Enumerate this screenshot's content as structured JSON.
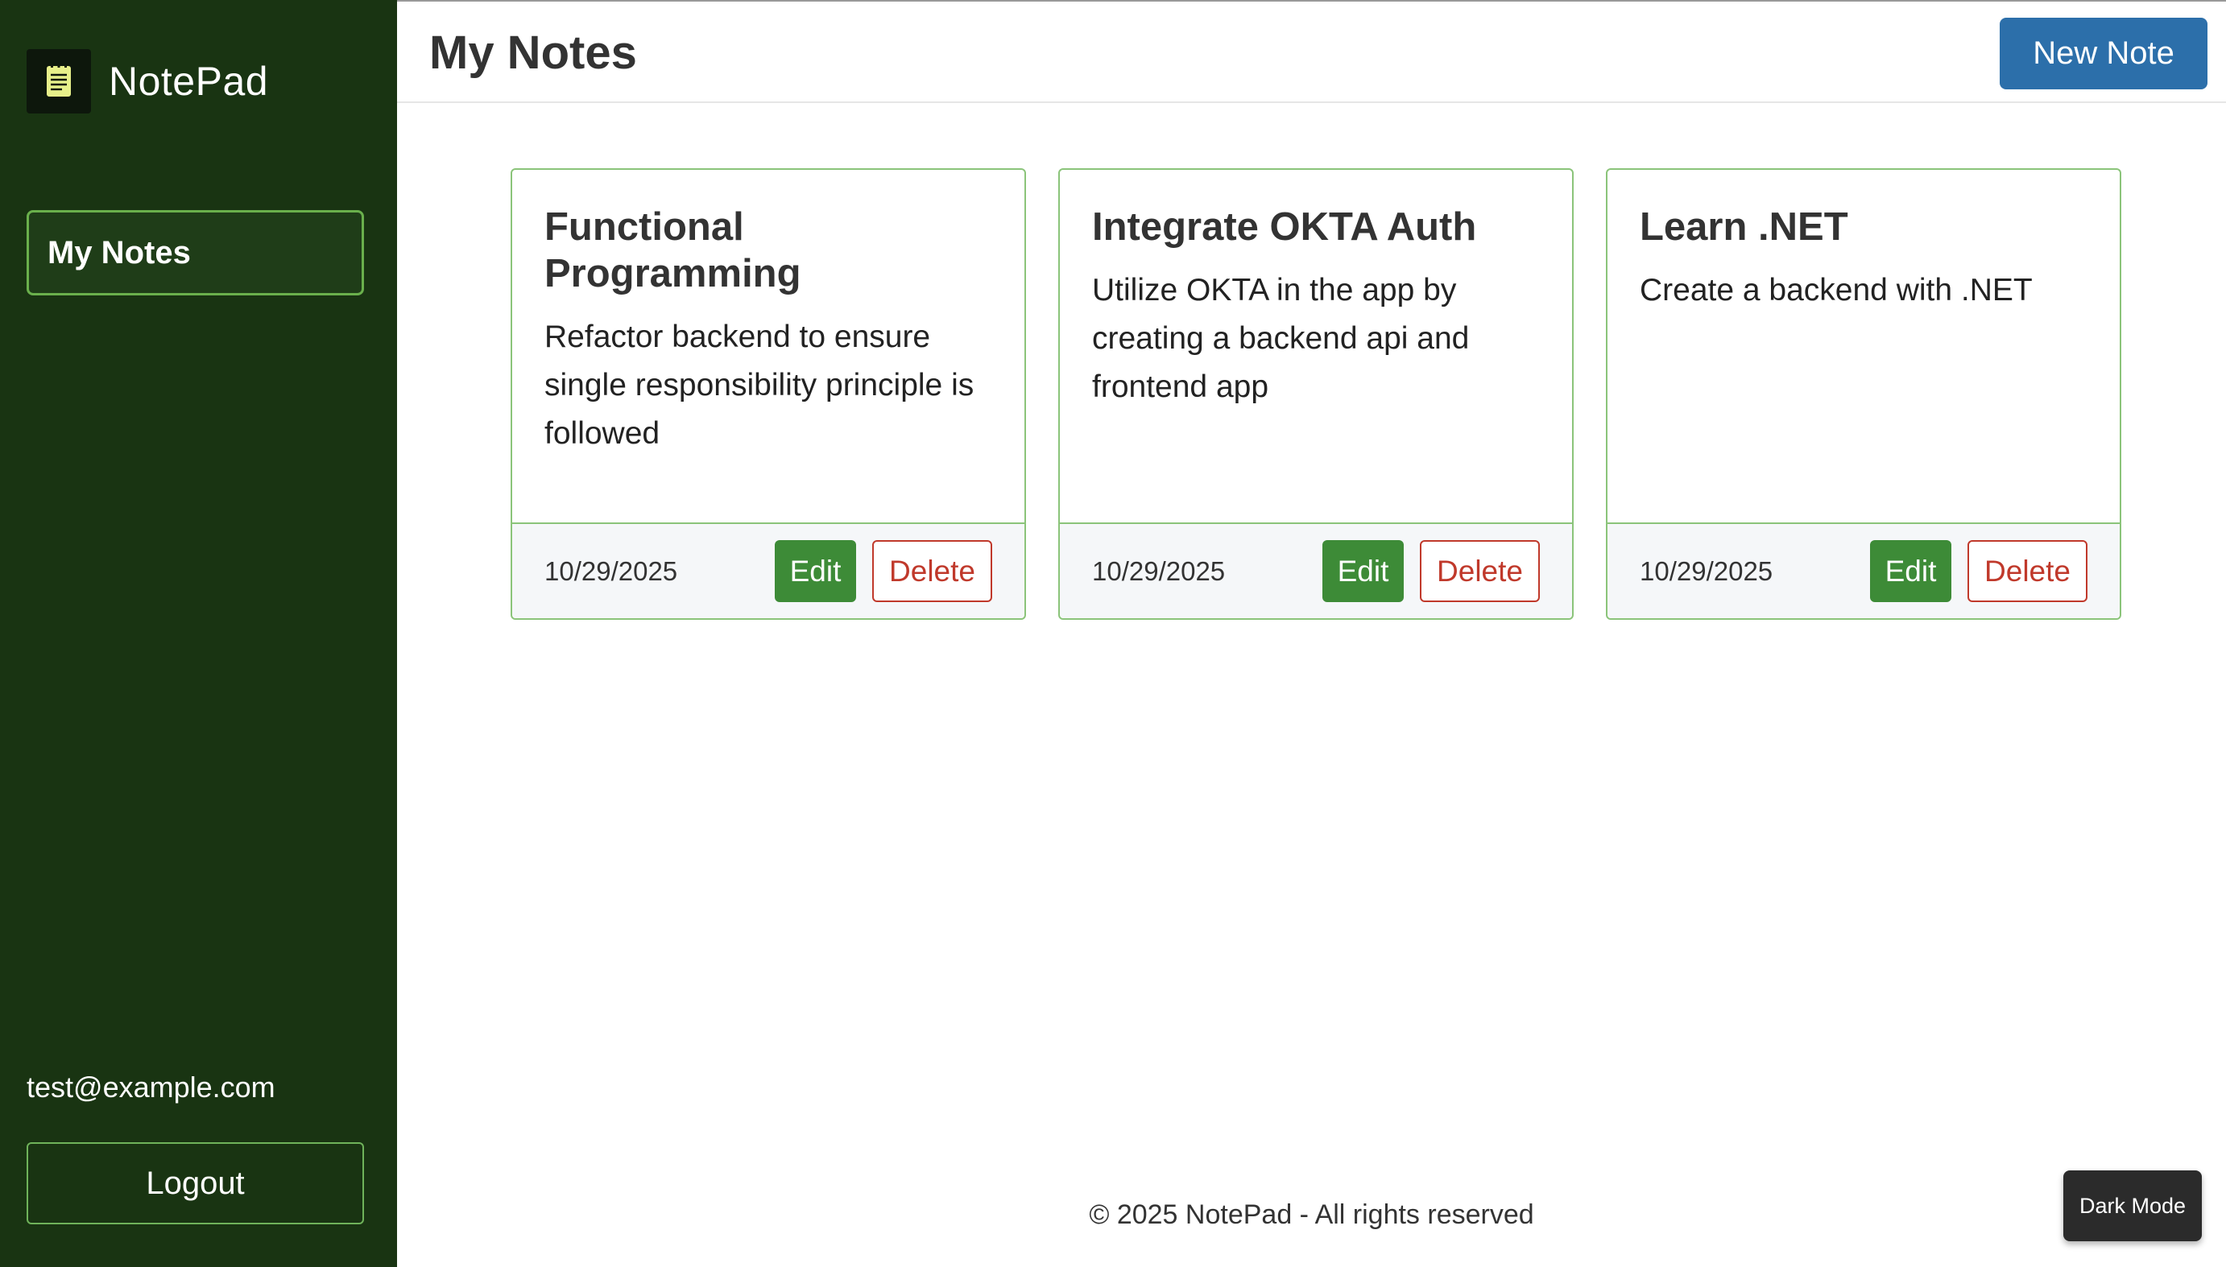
{
  "sidebar": {
    "brand": "NotePad",
    "brand_icon": "notepad-icon",
    "nav_items": [
      {
        "label": "My Notes",
        "active": true
      }
    ],
    "user_email": "test@example.com",
    "logout_label": "Logout"
  },
  "header": {
    "title": "My Notes",
    "new_note_label": "New Note"
  },
  "notes": [
    {
      "title": "Functional Programming",
      "body": "Refactor backend to ensure single responsibility principle is followed",
      "date": "10/29/2025",
      "edit_label": "Edit",
      "delete_label": "Delete"
    },
    {
      "title": "Integrate OKTA Auth",
      "body": "Utilize OKTA in the app by creating a backend api and frontend app",
      "date": "10/29/2025",
      "edit_label": "Edit",
      "delete_label": "Delete"
    },
    {
      "title": "Learn .NET",
      "body": "Create a backend with .NET",
      "date": "10/29/2025",
      "edit_label": "Edit",
      "delete_label": "Delete"
    }
  ],
  "footer": {
    "text": "© 2025 NotePad - All rights reserved",
    "dark_mode_label": "Dark Mode"
  },
  "colors": {
    "sidebar_bg": "#193412",
    "accent_green": "#3d8b37",
    "border_green": "#8bc47a",
    "primary_blue": "#2c6faa",
    "danger_red": "#c0392b"
  }
}
